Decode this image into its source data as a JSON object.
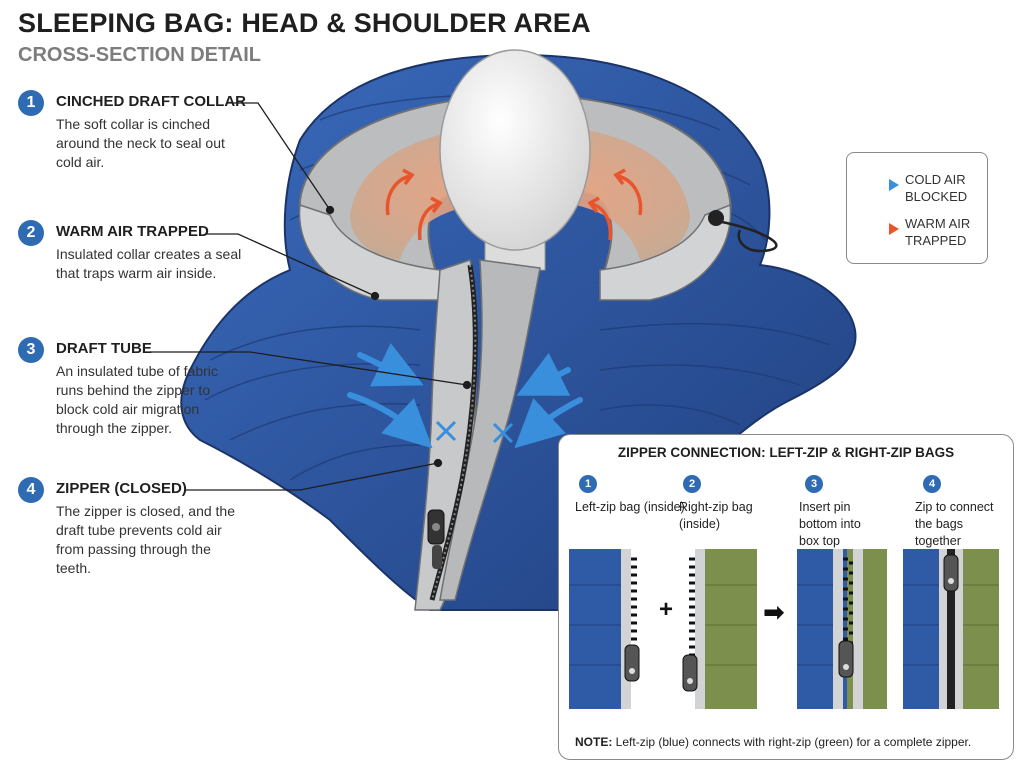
{
  "header": {
    "title": "SLEEPING BAG: HEAD & SHOULDER AREA",
    "subtitle": "CROSS-SECTION DETAIL"
  },
  "callouts": [
    {
      "number": "1",
      "title": "CINCHED DRAFT COLLAR",
      "text": "The soft collar is cinched around the neck to seal out cold air."
    },
    {
      "number": "2",
      "title": "WARM AIR TRAPPED",
      "text": "Insulated collar creates a seal that traps warm air inside."
    },
    {
      "number": "3",
      "title": "DRAFT TUBE",
      "text": "An insulated tube of fabric runs behind the zipper to block cold air migration through the zipper."
    },
    {
      "number": "4",
      "title": "ZIPPER (CLOSED)",
      "text": "The zipper is closed, and the draft tube prevents cold air from passing through the teeth."
    }
  ],
  "legend": {
    "items": [
      {
        "label_line1": "COLD AIR",
        "label_line2": "BLOCKED",
        "color": "#3a8fdc",
        "icon": "blue-arrow-icon"
      },
      {
        "label_line1": "WARM AIR",
        "label_line2": "TRAPPED",
        "color": "#e8552d",
        "icon": "orange-arrow-icon"
      }
    ]
  },
  "inset": {
    "title": "ZIPPER CONNECTION: LEFT-ZIP & RIGHT-ZIP BAGS",
    "steps": [
      {
        "number": "1",
        "text": "Left-zip bag (inside)"
      },
      {
        "number": "2",
        "text": "Right-zip bag (inside)"
      },
      {
        "number": "3",
        "text": "Insert pin bottom into box top"
      },
      {
        "number": "4",
        "text": "Zip to connect the bags together"
      }
    ],
    "plus": "+",
    "arrow": "➡",
    "note_label": "NOTE:",
    "note_text": " Left-zip (blue) connects with right-zip (green) for a complete zipper."
  },
  "colors": {
    "bag_blue": "#2f5aa6",
    "bag_green": "#7c8f4c",
    "collar_gray": "#b9babb",
    "badge_blue": "#2e6bb3",
    "cold_air": "#3a8fdc",
    "warm_air": "#e8552d"
  }
}
